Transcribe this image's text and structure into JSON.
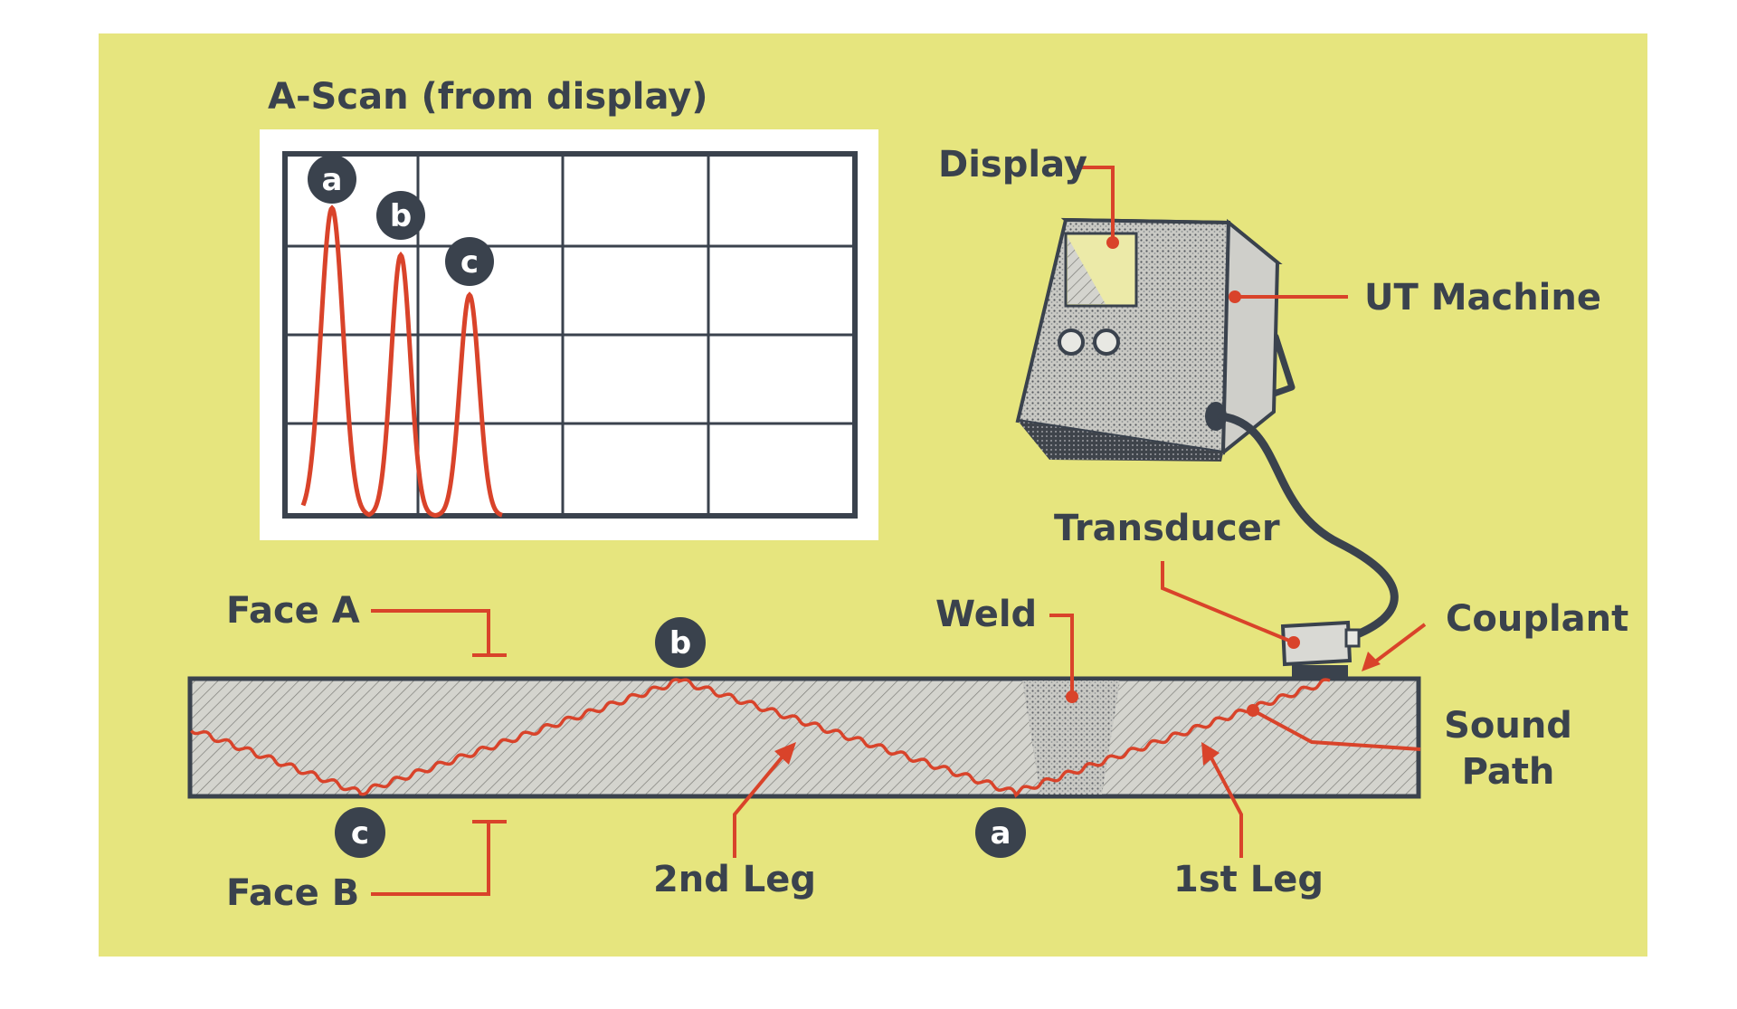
{
  "ascan": {
    "title": "A-Scan (from display)",
    "peaks": [
      {
        "marker": "a",
        "relative_height": 0.85
      },
      {
        "marker": "b",
        "relative_height": 0.72
      },
      {
        "marker": "c",
        "relative_height": 0.61
      }
    ]
  },
  "labels": {
    "display": "Display",
    "ut_machine": "UT Machine",
    "transducer": "Transducer",
    "couplant": "Couplant",
    "sound_path_line1": "Sound",
    "sound_path_line2": "Path",
    "weld": "Weld",
    "face_a": "Face A",
    "face_b": "Face B",
    "second_leg": "2nd Leg",
    "first_leg": "1st Leg"
  },
  "markers": {
    "a": "a",
    "b": "b",
    "c": "c"
  },
  "colors": {
    "background": "#e6e57e",
    "accent": "#d9432a",
    "ink": "#3a424d",
    "plate": "#d2d2cc",
    "white": "#ffffff"
  }
}
